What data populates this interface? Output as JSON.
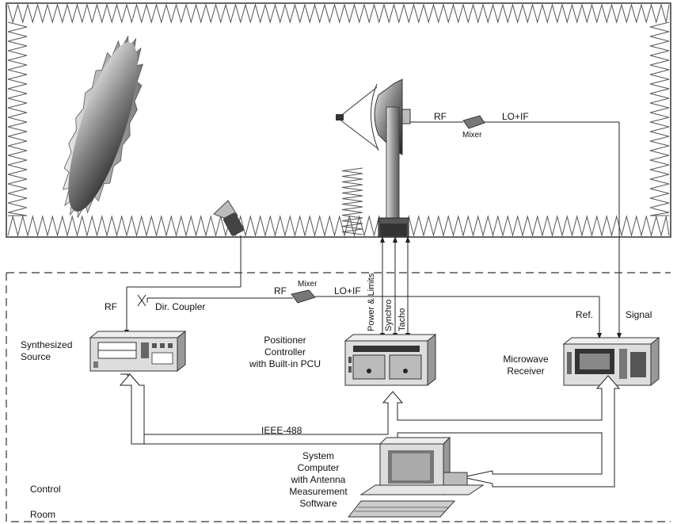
{
  "labels": {
    "rf_top": "RF",
    "mixer_top": "Mixer",
    "lo_if_top": "LO+IF",
    "rf_left": "RF",
    "dir_coupler": "Dir. Coupler",
    "rf_mid": "RF",
    "mixer_mid": "Mixer",
    "lo_if_mid": "LO+IF",
    "power_limits": "Power & Limits",
    "synchro": "Synchro",
    "tacho": "Tacho",
    "ref": "Ref.",
    "signal": "Signal",
    "synth_source_line1": "Synthesized",
    "synth_source_line2": "Source",
    "positioner_line1": "Positioner",
    "positioner_line2": "Controller",
    "positioner_line3": "with Built-in PCU",
    "receiver_line1": "Microwave",
    "receiver_line2": "Receiver",
    "ieee": "IEEE-488",
    "computer_line1": "System",
    "computer_line2": "Computer",
    "computer_line3": "with Antenna",
    "computer_line4": "Measurement",
    "computer_line5": "Software",
    "control": "Control",
    "room": "Room"
  },
  "colors": {
    "line": "#222222",
    "absorber": "#555555",
    "bus_fill": "#ffffff",
    "equipment": "#d9d9d9"
  }
}
